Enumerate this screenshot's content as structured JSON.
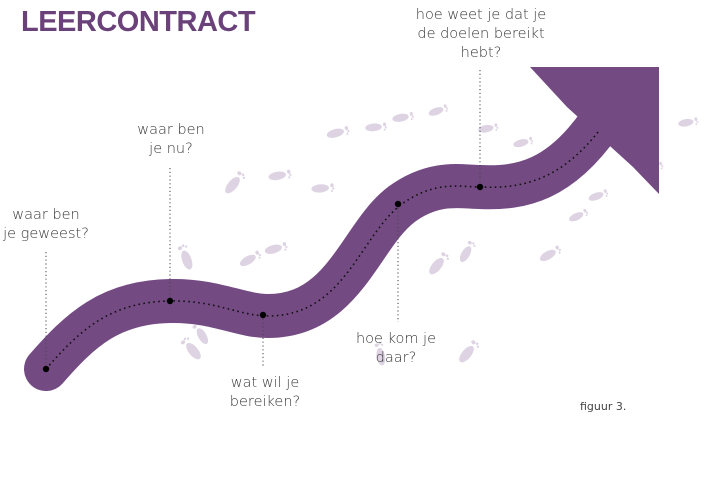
{
  "title": "LEERCONTRACT",
  "colors": {
    "arrow": "#744a83",
    "title": "#6b4179",
    "footprints": "#ddd3e2",
    "dots": "#111111"
  },
  "steps": [
    {
      "label": "waar ben\nje geweest?"
    },
    {
      "label": "waar ben\nje nu?"
    },
    {
      "label": "wat wil je\nbereiken?"
    },
    {
      "label": "hoe kom je\ndaar?"
    },
    {
      "label": "hoe weet je dat je\nde doelen bereikt\nhebt?"
    }
  ],
  "decorations": {
    "footprint_icon": "footprint-icon"
  },
  "caption": "figuur 3."
}
